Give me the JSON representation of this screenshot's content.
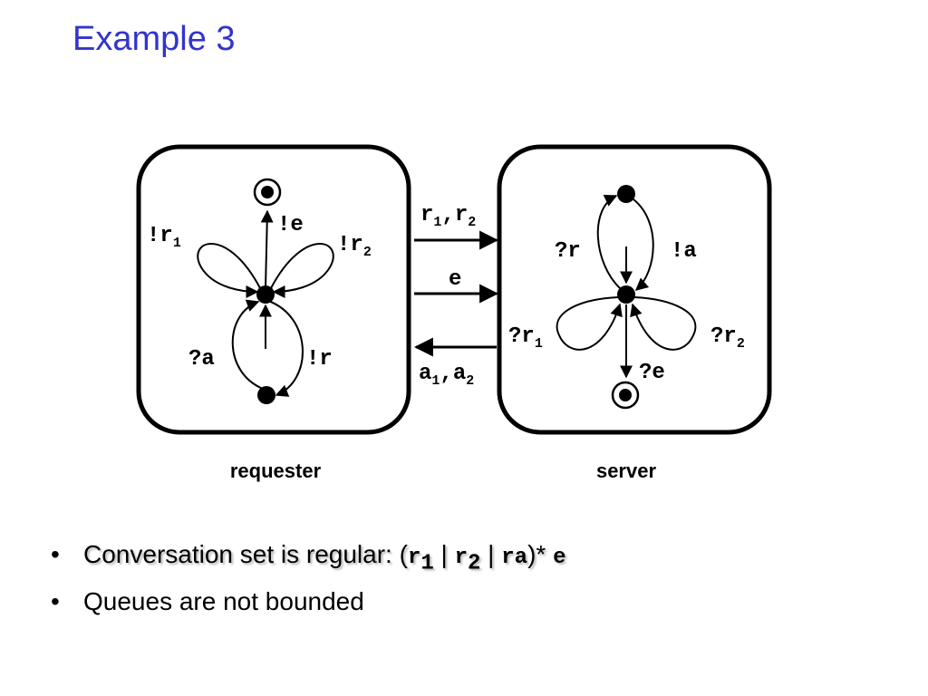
{
  "title": "Example 3",
  "requester": {
    "caption": "requester",
    "labels": {
      "send_r1": "!r",
      "send_r1_sub": "1",
      "send_e": "!e",
      "send_r2": "!r",
      "send_r2_sub": "2",
      "recv_a": "?a",
      "send_r": "!r"
    }
  },
  "server": {
    "caption": "server",
    "labels": {
      "recv_r": "?r",
      "send_a": "!a",
      "recv_r1": "?r",
      "recv_r1_sub": "1",
      "recv_r2": "?r",
      "recv_r2_sub": "2",
      "recv_e": "?e"
    }
  },
  "channels": {
    "top_main1": "r",
    "top_sub1": "1",
    "top_sep": ",",
    "top_main2": "r",
    "top_sub2": "2",
    "middle": "e",
    "bottom_main1": "a",
    "bottom_sub1": "1",
    "bottom_sep": ",",
    "bottom_main2": "a",
    "bottom_sub2": "2"
  },
  "bullets": {
    "b1_prefix": "Conversation set is regular: (",
    "b1_r": "r",
    "b1_r_sub1": "1",
    "b1_bar1": " | ",
    "b1_r2": "r",
    "b1_r_sub2": "2",
    "b1_bar2": " | ",
    "b1_ra": "ra",
    "b1_star": ")* ",
    "b1_e": "e",
    "b2": "Queues are not bounded",
    "bullet_char": "•"
  }
}
